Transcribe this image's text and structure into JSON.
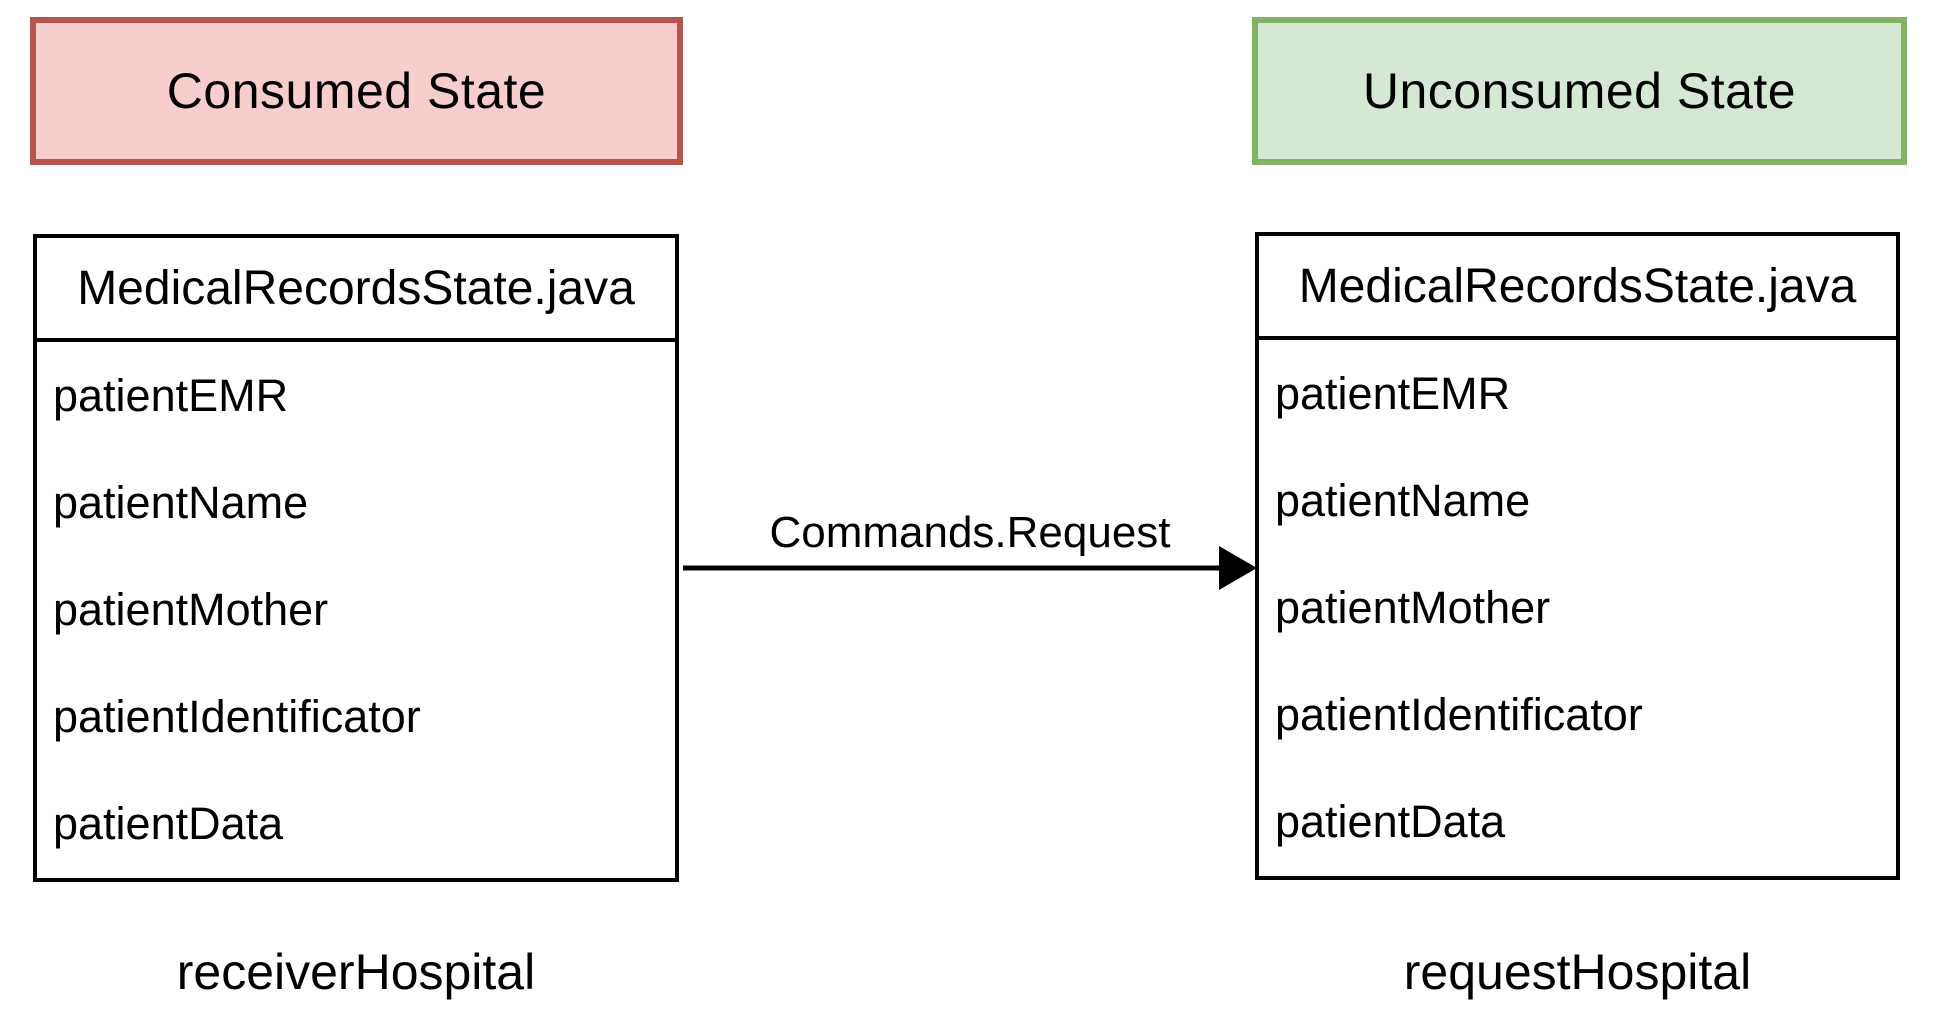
{
  "diagram": {
    "consumed": {
      "title": "Consumed State",
      "fill": "#F8CECC",
      "stroke": "#B85450",
      "class_box": {
        "title": "MedicalRecordsState.java",
        "fields": [
          "patientEMR",
          "patientName",
          "patientMother",
          "patientIdentificator",
          "patientData"
        ]
      },
      "instance_label": "receiverHospital"
    },
    "unconsumed": {
      "title": "Unconsumed State",
      "fill": "#D5E8D4",
      "stroke": "#82B366",
      "class_box": {
        "title": "MedicalRecordsState.java",
        "fields": [
          "patientEMR",
          "patientName",
          "patientMother",
          "patientIdentificator",
          "patientData"
        ]
      },
      "instance_label": "requestHospital"
    },
    "arrow": {
      "label": "Commands.Request",
      "direction": "left-to-right",
      "color": "#000000"
    }
  }
}
